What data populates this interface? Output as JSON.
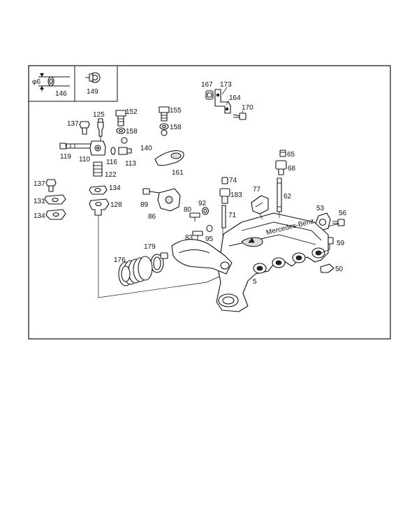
{
  "diagram": {
    "inset": {
      "diameter_label": "φ6",
      "callouts": [
        "146",
        "149"
      ]
    },
    "callouts": [
      "167",
      "173",
      "164",
      "170",
      "125",
      "152",
      "155",
      "137",
      "158",
      "158",
      "140",
      "119",
      "110",
      "116",
      "113",
      "161",
      "65",
      "68",
      "122",
      "137",
      "134",
      "74",
      "183",
      "77",
      "62",
      "131",
      "128",
      "89",
      "92",
      "80",
      "53",
      "56",
      "134",
      "86",
      "71",
      "83",
      "95",
      "59",
      "179",
      "176",
      "50",
      "5"
    ],
    "brand_text": "Mercedes-Benz"
  }
}
